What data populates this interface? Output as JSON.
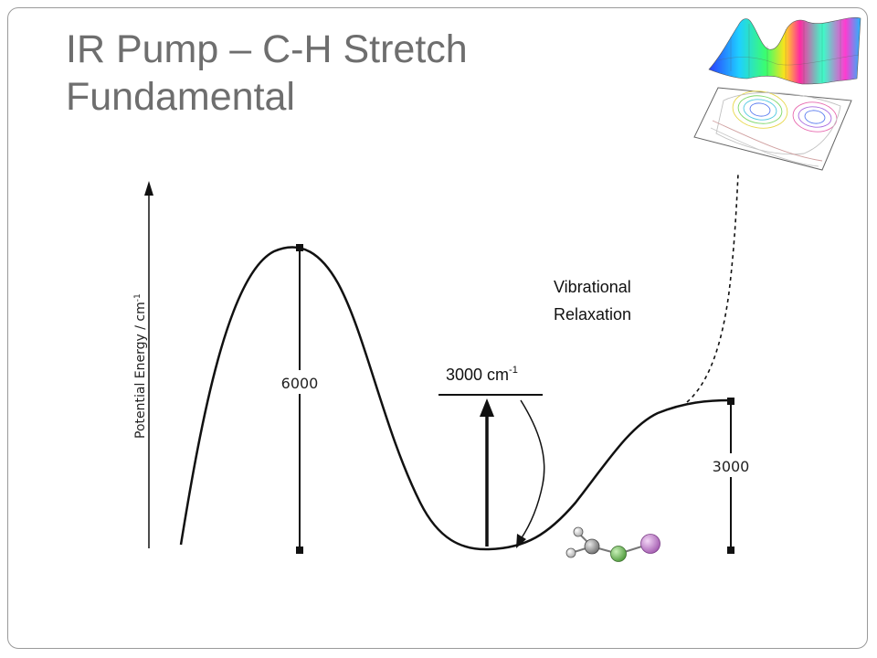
{
  "slide": {
    "title_line1": "IR Pump – C-H Stretch",
    "title_line2": "Fundamental"
  },
  "diagram": {
    "y_axis_label": "Potential Energy / cm",
    "y_axis_label_sup": "-1",
    "barrier_left_label": "6000",
    "barrier_right_label": "3000",
    "pump_label": "3000 cm",
    "pump_label_sup": "-1",
    "relaxation_line1": "Vibrational",
    "relaxation_line2": "Relaxation"
  },
  "colors": {
    "title": "#6e6e6e",
    "frame": "#9a9a9a",
    "curve": "#111111",
    "atom_gray": "#8c8c8c",
    "atom_green": "#6fae5a",
    "atom_purple": "#c07cc8"
  },
  "icons": {
    "pes_surface": "potential-energy-surface-thumbnail",
    "molecule": "molecule-ball-and-stick-icon"
  }
}
